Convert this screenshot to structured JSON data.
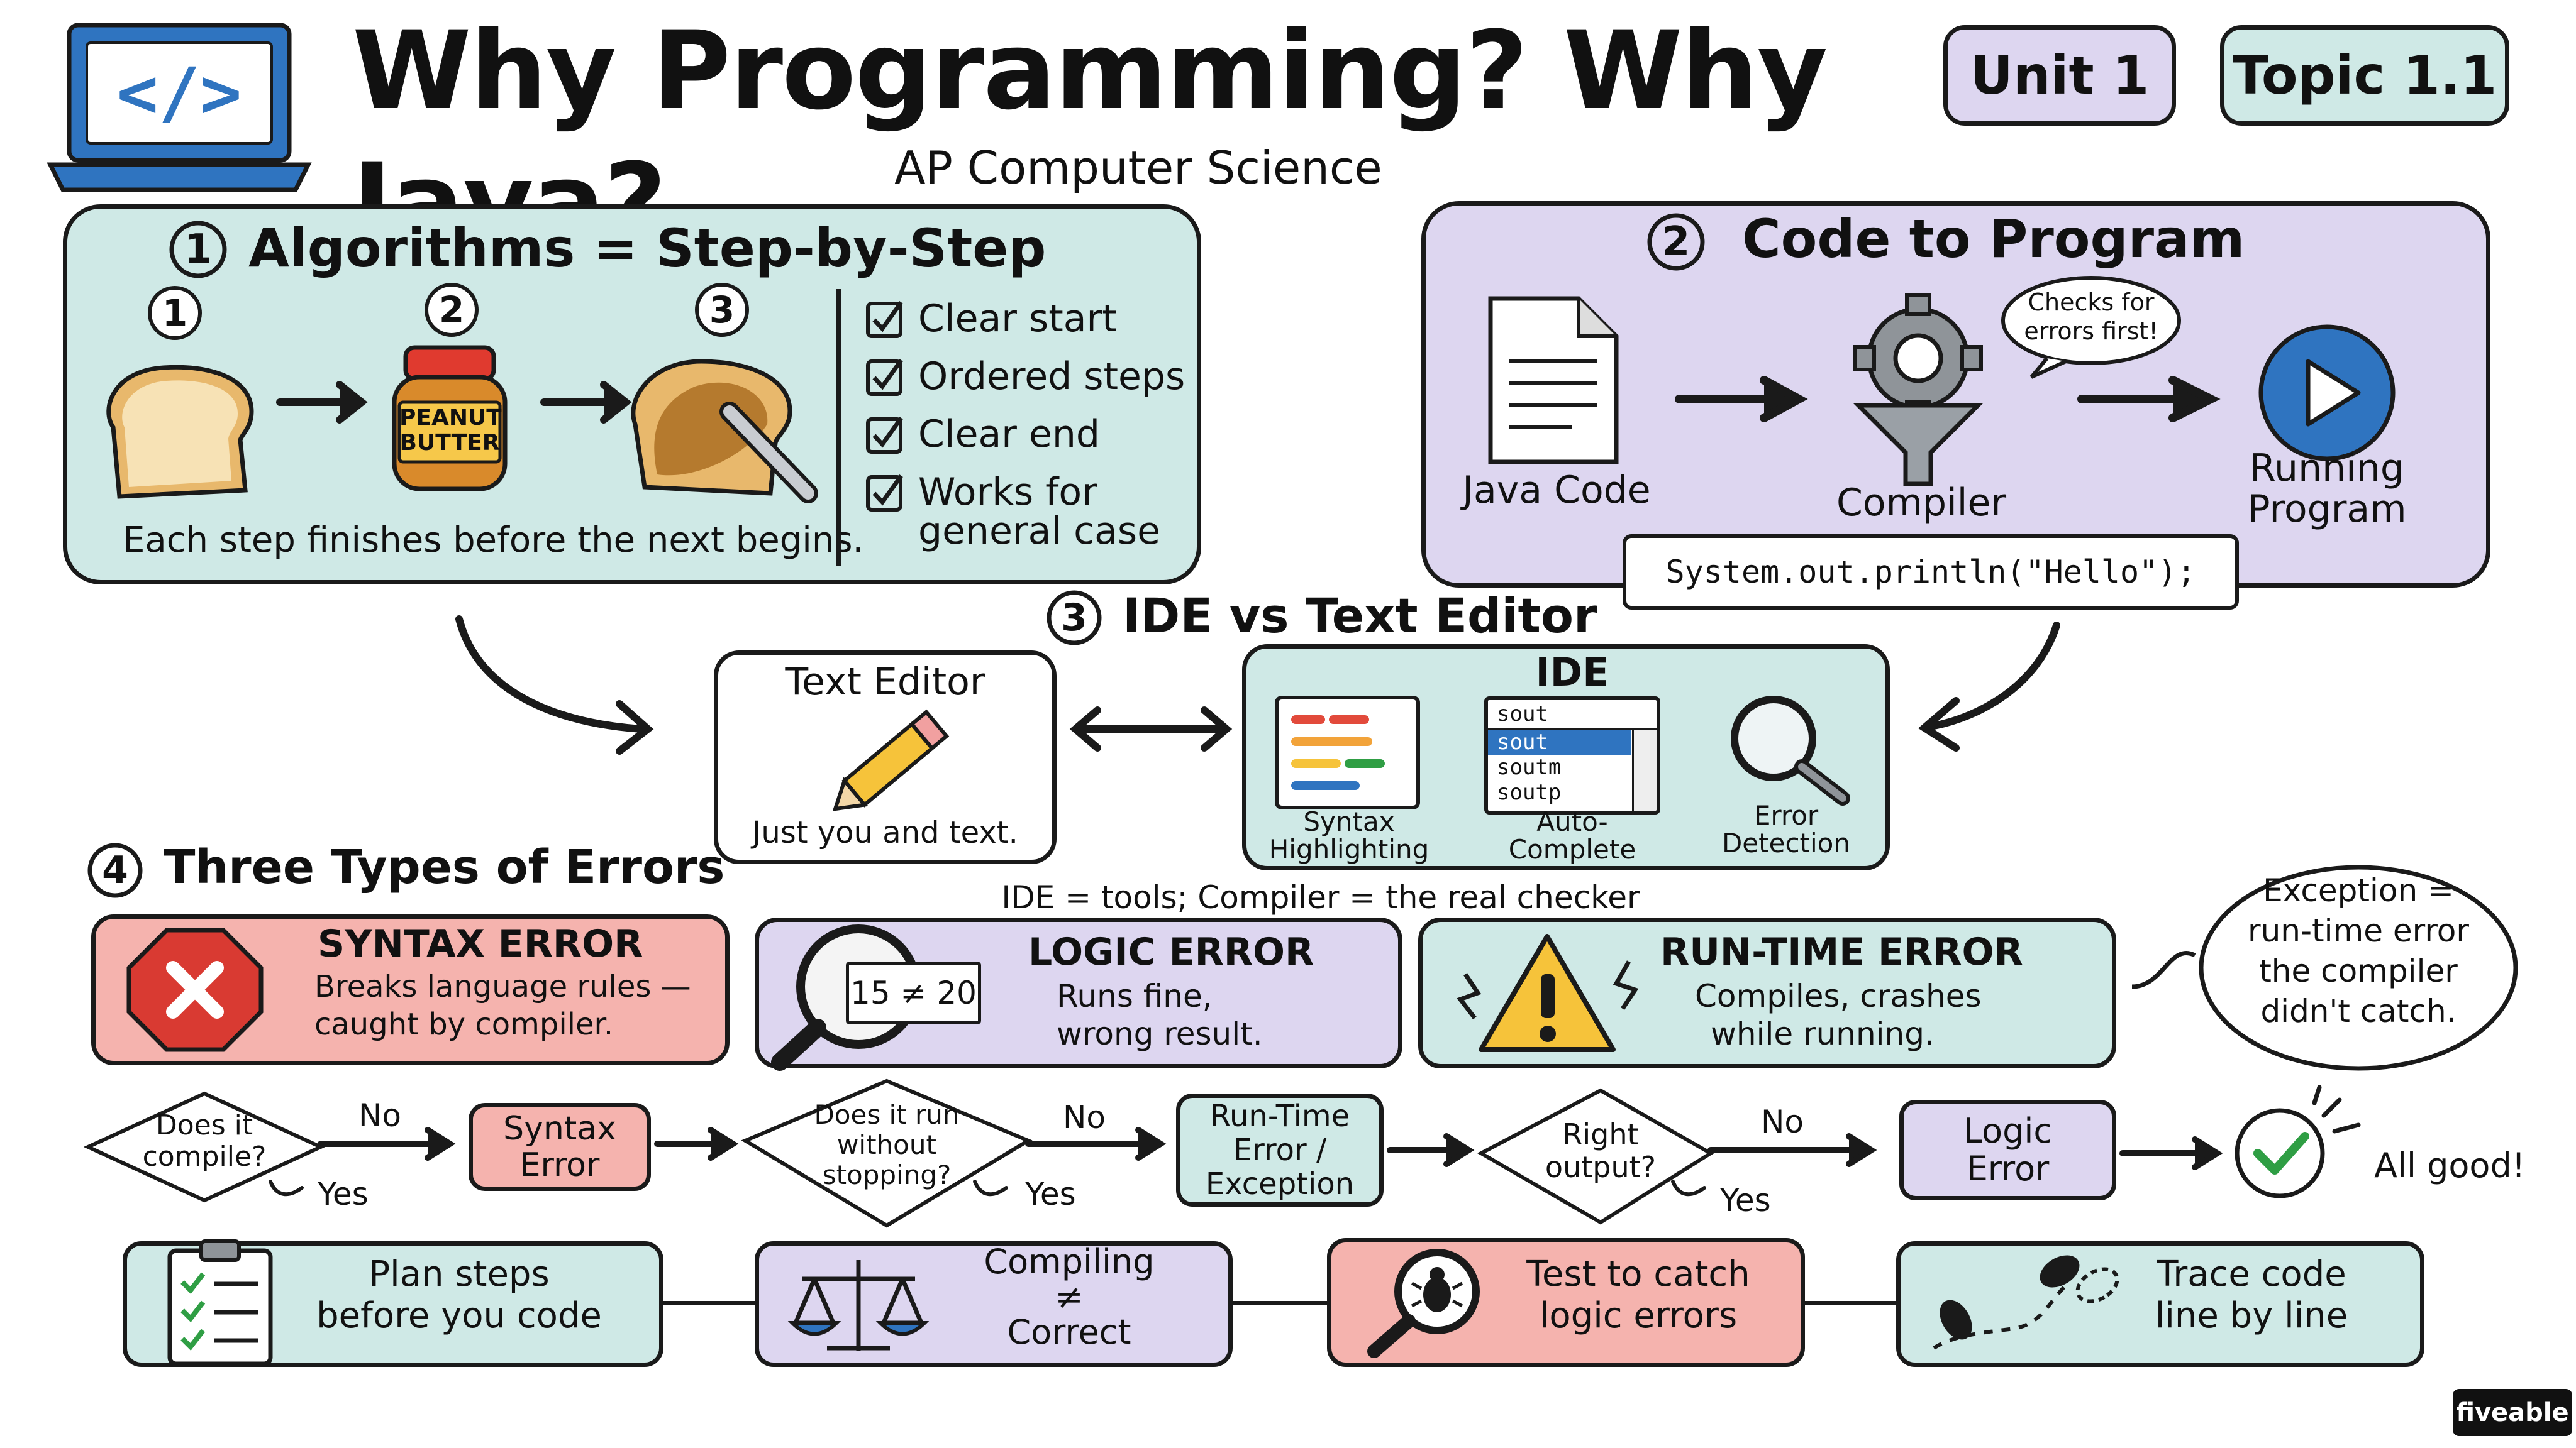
{
  "header": {
    "title": "Why Programming? Why Java?",
    "subtitle": "AP Computer Science A",
    "unit": "Unit 1",
    "topic": "Topic 1.1",
    "logo_glyph": "</>"
  },
  "section1": {
    "number": "1",
    "title": "Algorithms = Step-by-Step",
    "steps": [
      "1",
      "2",
      "3"
    ],
    "jar_label_line1": "PEANUT",
    "jar_label_line2": "BUTTER",
    "caption": "Each step finishes before the next begins.",
    "checklist": [
      "Clear start",
      "Ordered steps",
      "Clear end",
      "Works for",
      "general case"
    ]
  },
  "section2": {
    "number": "2",
    "title": "Code to Program",
    "java_code_label": "Java Code",
    "compiler_label": "Compiler",
    "bubble": "Checks for errors first!",
    "running_label_line1": "Running",
    "running_label_line2": "Program",
    "code_sample": "System.out.println(\"Hello\");"
  },
  "section3": {
    "number": "3",
    "title": "IDE vs Text Editor",
    "text_editor_title": "Text Editor",
    "text_editor_caption": "Just you and text.",
    "ide_title": "IDE",
    "syntax_label_line1": "Syntax",
    "syntax_label_line2": "Highlighting",
    "auto_label_line1": "Auto-",
    "auto_label_line2": "Complete",
    "autocomplete_input": "sout",
    "autocomplete_options": [
      "sout",
      "soutm",
      "soutp"
    ],
    "error_label_line1": "Error",
    "error_label_line2": "Detection",
    "tagline": "IDE = tools; Compiler = the real checker"
  },
  "section4": {
    "number": "4",
    "title": "Three Types of Errors",
    "syntax": {
      "title": "SYNTAX ERROR",
      "line1": "Breaks language rules —",
      "line2": "caught by compiler."
    },
    "logic": {
      "title": "LOGIC ERROR",
      "badge": "15 ≠ 20",
      "line1": "Runs fine,",
      "line2": "wrong result."
    },
    "runtime": {
      "title": "RUN-TIME ERROR",
      "line1": "Compiles, crashes",
      "line2": "while running."
    },
    "exception_note": [
      "Exception =",
      "run-time error",
      "the compiler",
      "didn't catch."
    ]
  },
  "flow": {
    "q1": [
      "Does it",
      "compile?"
    ],
    "q2": [
      "Does it run",
      "without",
      "stopping?"
    ],
    "q3": [
      "Right",
      "output?"
    ],
    "no": "No",
    "yes": "Yes",
    "r1": [
      "Syntax",
      "Error"
    ],
    "r2": [
      "Run-Time",
      "Error /",
      "Exception"
    ],
    "r3": [
      "Logic",
      "Error"
    ],
    "final": "All good!"
  },
  "tips": [
    {
      "line1": "Plan steps",
      "line2": "before you code"
    },
    {
      "line1": "Compiling",
      "line2": "≠",
      "line3": "Correct"
    },
    {
      "line1": "Test to catch",
      "line2": "logic errors"
    },
    {
      "line1": "Trace code",
      "line2": "line by line"
    }
  ],
  "brand": "fiveable",
  "colors": {
    "teal": "#cfe9e6",
    "lavender": "#ddd6f0",
    "red": "#f5b3ae",
    "blue": "#2f74c0",
    "yellow": "#f6c33a",
    "green": "#2f9e44"
  }
}
